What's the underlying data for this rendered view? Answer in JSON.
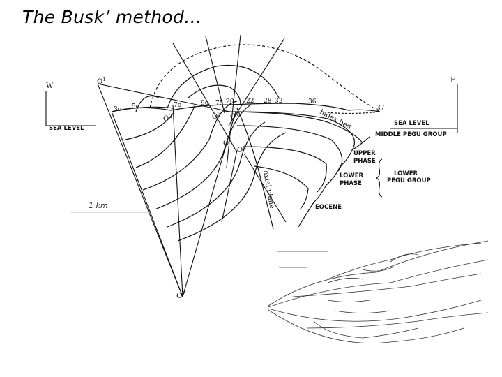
{
  "slide": {
    "title": "The Busk’ method…"
  },
  "diagram": {
    "direction_w": "W",
    "direction_e": "E",
    "sea_level_left": "SEA LEVEL",
    "sea_level_right": "SEA LEVEL",
    "centers": [
      "O",
      "O",
      "O",
      "O",
      "O",
      "O",
      "O"
    ],
    "center_subs": [
      "1",
      "2",
      "3",
      "4",
      "5",
      "6",
      "7"
    ],
    "dips": [
      "3o",
      "5o",
      "7o",
      "9o",
      "75",
      "20",
      "22",
      "28",
      "32",
      "36",
      "37"
    ],
    "index_bed": "index bed",
    "axial_plane": "axial plane",
    "units": {
      "middle_pegu": "MIDDLE PEGU GROUP",
      "upper_phase_1": "UPPER",
      "upper_phase_2": "PHASE",
      "lower_phase_1": "LOWER",
      "lower_phase_2": "PHASE",
      "lower_pegu_1": "LOWER",
      "lower_pegu_2": "PEGU GROUP",
      "eocene": "EOCENE"
    },
    "scale_label": "1 km"
  }
}
